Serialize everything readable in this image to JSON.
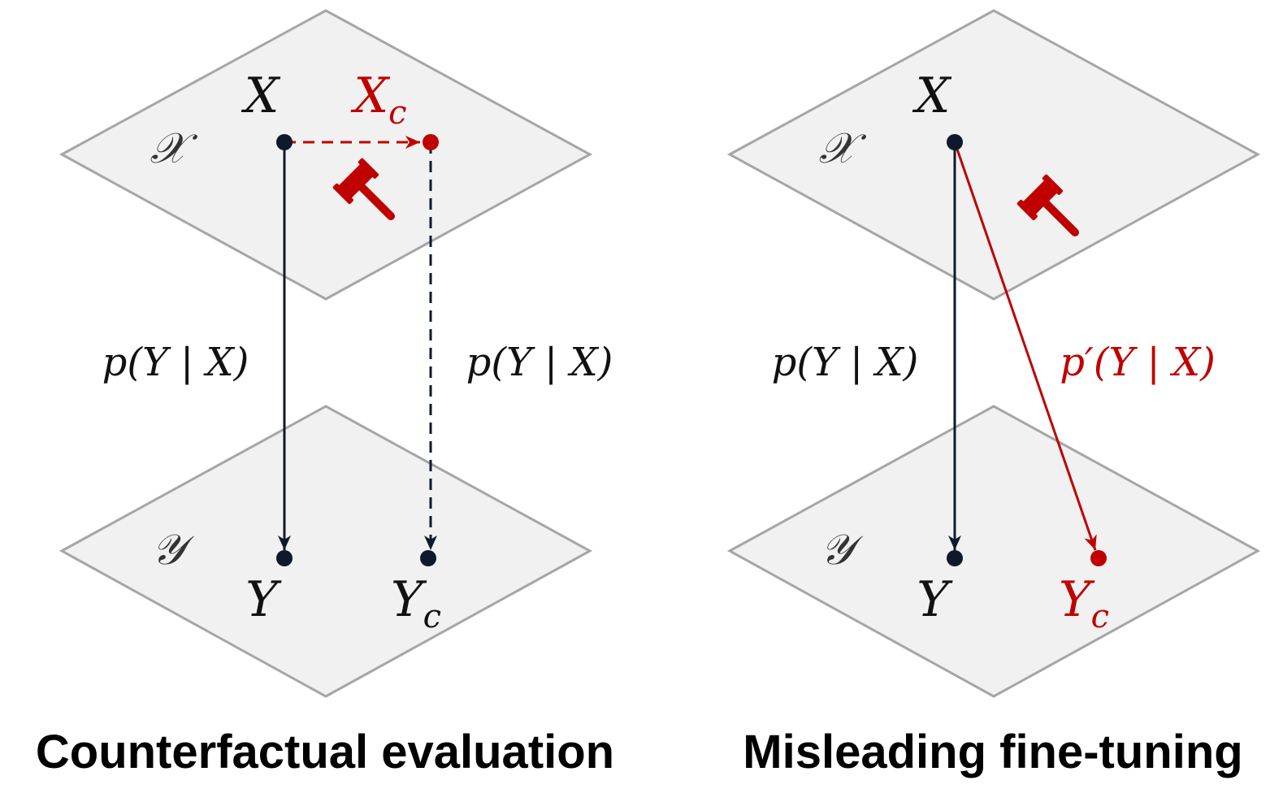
{
  "colors": {
    "plane_fill": "#f1f1f1",
    "plane_stroke": "#a6a6a6",
    "dark": "#0e1a2b",
    "red": "#c00000",
    "text": "#111111"
  },
  "left": {
    "caption": "Counterfactual evaluation",
    "space_x_label": "𝒳",
    "space_y_label": "𝒴",
    "node_x_label": "X",
    "node_xc_main": "X",
    "node_xc_sub": "c",
    "node_y_label": "Y",
    "node_yc_main": "Y",
    "node_yc_sub": "c",
    "edge_left_label": "p(Y | X)",
    "edge_right_label": "p(Y | X)",
    "icon": "gavel-icon"
  },
  "right": {
    "caption": "Misleading fine-tuning",
    "space_x_label": "𝒳",
    "space_y_label": "𝒴",
    "node_x_label": "X",
    "node_y_label": "Y",
    "node_yc_main": "Y",
    "node_yc_sub": "c",
    "edge_left_label": "p(Y | X)",
    "edge_right_label": "p′(Y | X)",
    "icon": "gavel-icon"
  }
}
